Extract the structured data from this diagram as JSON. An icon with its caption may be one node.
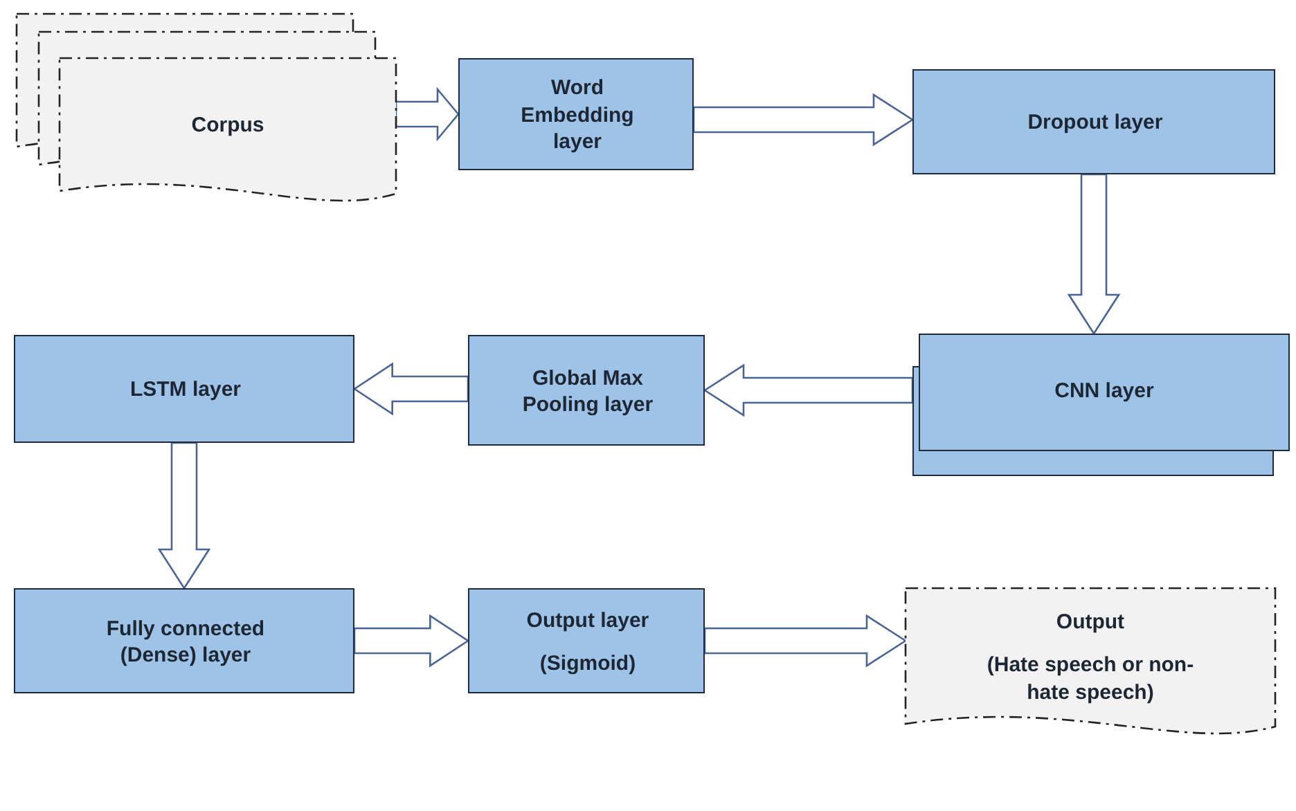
{
  "diagram": {
    "nodes": [
      {
        "text": [
          "Corpus"
        ]
      },
      {
        "text": [
          "Word Embedding layer"
        ]
      },
      {
        "text": [
          "Dropout layer"
        ]
      },
      {
        "text": [
          "CNN layer"
        ]
      },
      {
        "text": [
          "Global Max Pooling layer"
        ]
      },
      {
        "text": [
          "LSTM layer"
        ]
      },
      {
        "text": [
          "Fully connected (Dense) layer"
        ]
      },
      {
        "text": [
          "Output layer",
          "(Sigmoid)"
        ]
      },
      {
        "text": [
          "Output",
          "(Hate speech or non-hate speech)"
        ]
      }
    ],
    "edges": [
      {
        "from": 0,
        "to": 1,
        "arrow": "to"
      },
      {
        "from": 1,
        "to": 2,
        "arrow": "to"
      },
      {
        "from": 2,
        "to": 3,
        "arrow": "to"
      },
      {
        "from": 3,
        "to": 4,
        "arrow": "to"
      },
      {
        "from": 4,
        "to": 5,
        "arrow": "to"
      },
      {
        "from": 5,
        "to": 6,
        "arrow": "to"
      },
      {
        "from": 6,
        "to": 7,
        "arrow": "to"
      },
      {
        "from": 7,
        "to": 8,
        "arrow": "to"
      }
    ]
  }
}
